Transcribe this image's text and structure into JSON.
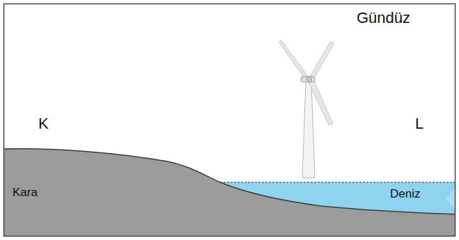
{
  "diagram": {
    "labels": [
      "Gündüz",
      "K",
      "L",
      "Kara",
      "Deniz"
    ]
  }
}
